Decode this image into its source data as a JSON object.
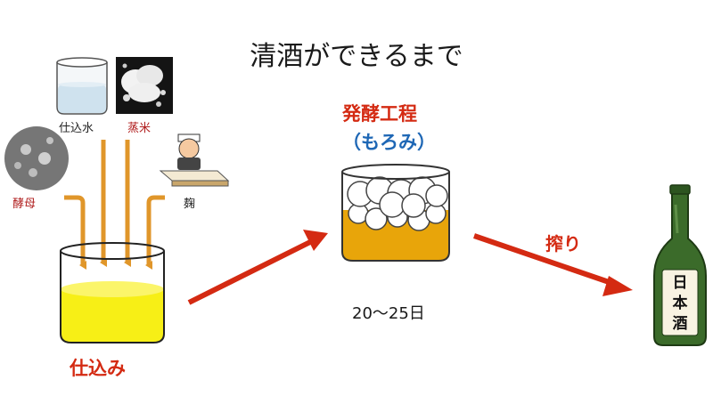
{
  "title": "清酒ができるまで",
  "ingredients": {
    "water": "仕込水",
    "steamed_rice": "蒸米",
    "yeast": "酵母",
    "koji": "麹"
  },
  "stages": {
    "shikomi": "仕込み",
    "fermentation_title": "発酵工程",
    "moromi": "（もろみ）",
    "duration": "20～25日",
    "pressing": "搾り"
  },
  "bottle_label": [
    "日",
    "本",
    "酒"
  ],
  "colors": {
    "pipe": "#e0962a",
    "arrow": "#d42a12",
    "tank_liquid": "#f7ef16",
    "moromi_liquid": "#e8a50a",
    "bottle": "#3b6b2a"
  }
}
